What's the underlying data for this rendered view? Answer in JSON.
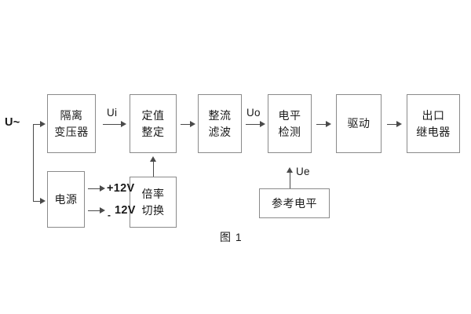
{
  "figure": {
    "caption": "图 1",
    "input_label": "U~"
  },
  "blocks": [
    {
      "id": "isolation-transformer",
      "lines": [
        "隔离",
        "变压器"
      ]
    },
    {
      "id": "setting-value",
      "lines": [
        "定值",
        "整定"
      ]
    },
    {
      "id": "rectify-filter",
      "lines": [
        "整流",
        "滤波"
      ]
    },
    {
      "id": "level-detect",
      "lines": [
        "电平",
        "检测"
      ]
    },
    {
      "id": "drive",
      "lines": [
        "驱动"
      ]
    },
    {
      "id": "output-relay",
      "lines": [
        "出口",
        "继电器"
      ]
    },
    {
      "id": "power-supply",
      "lines": [
        "电源"
      ]
    },
    {
      "id": "multiplier-switch",
      "lines": [
        "倍率",
        "切换"
      ]
    },
    {
      "id": "reference-level",
      "lines": [
        "参考电平"
      ]
    }
  ],
  "signals": {
    "ui": "Ui",
    "uo": "Uo",
    "ue": "Ue",
    "pos12v": "+12V",
    "neg12v": "12V",
    "neg_sign": "-"
  },
  "colors": {
    "box_border": "#8a8a8a",
    "line": "#4a4a4a",
    "text": "#1a1a1a",
    "background": "#ffffff"
  }
}
